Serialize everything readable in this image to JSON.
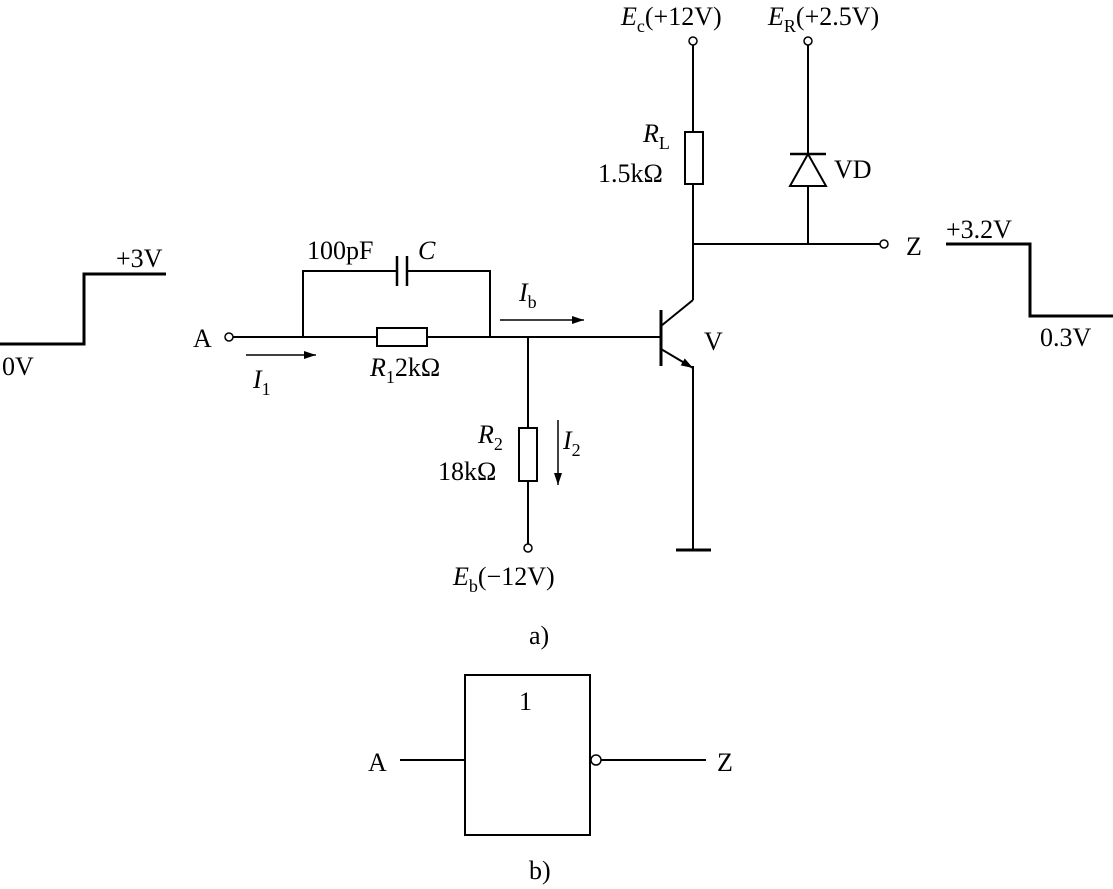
{
  "input_waveform": {
    "low_label": "0V",
    "high_label": "+3V"
  },
  "output_waveform": {
    "high_label": "+3.2V",
    "low_label": "0.3V"
  },
  "node_a_label": "A",
  "node_z_label": "Z",
  "capacitor": {
    "value": "100pF",
    "name": "C"
  },
  "r1": {
    "sym": "R",
    "sub": "1",
    "value": "2kΩ"
  },
  "r2": {
    "sym": "R",
    "sub": "2",
    "value": "18kΩ"
  },
  "rl": {
    "sym": "R",
    "sub": "L",
    "value": "1.5kΩ"
  },
  "i1": {
    "sym": "I",
    "sub": "1"
  },
  "i2": {
    "sym": "I",
    "sub": "2"
  },
  "ib": {
    "sym": "I",
    "sub": "b"
  },
  "ec": {
    "sym": "E",
    "sub": "c",
    "value": "(+12V)"
  },
  "er": {
    "sym": "E",
    "sub": "R",
    "value": "(+2.5V)"
  },
  "eb": {
    "sym": "E",
    "sub": "b",
    "value": "(−12V)"
  },
  "diode_label": "VD",
  "transistor_label": "V",
  "caption_a": "a)",
  "caption_b": "b)",
  "gate": {
    "symbol": "1",
    "input_label": "A",
    "output_label": "Z"
  }
}
